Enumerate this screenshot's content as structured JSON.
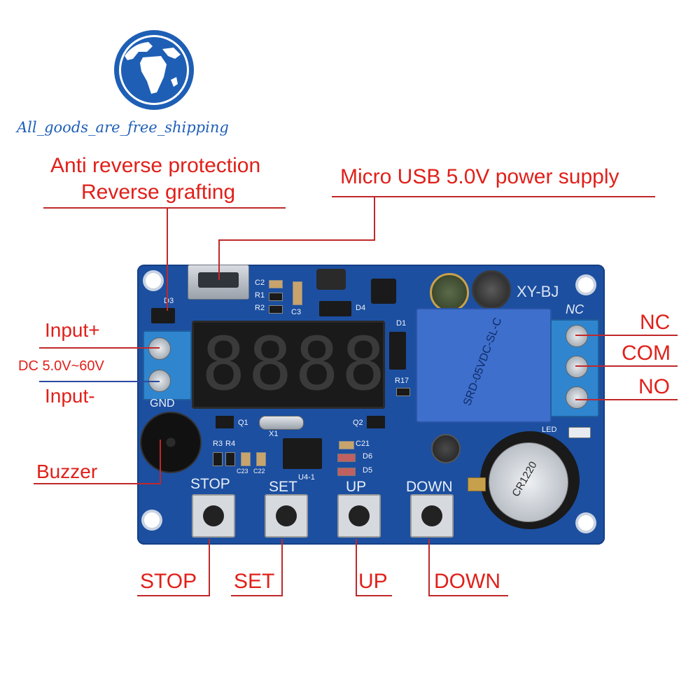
{
  "logo": {
    "text": "All_goods_are_free_shipping",
    "icon": "globe-icon",
    "color": "#1f5fb8"
  },
  "callouts": {
    "anti_reverse_1": "Anti reverse protection",
    "anti_reverse_2": "Reverse grafting",
    "micro_usb": "Micro USB 5.0V power supply",
    "input_plus": "Input+",
    "dc_range": "DC 5.0V~60V",
    "input_minus": "Input-",
    "buzzer": "Buzzer",
    "nc": "NC",
    "com": "COM",
    "no": "NO",
    "stop": "STOP",
    "set": "SET",
    "up": "UP",
    "down": "DOWN"
  },
  "board": {
    "model": "XY-BJ",
    "gnd": "GND",
    "nc_silk": "NC",
    "btn_stop": "STOP",
    "btn_set": "SET",
    "btn_up": "UP",
    "btn_down": "DOWN",
    "display_digits": "8888",
    "relay_text": "SRD-05VDC-SL-C",
    "battery_text": "CR1220",
    "components": {
      "d3": "D3",
      "c2": "C2",
      "r1": "R1",
      "r2": "R2",
      "c3": "C3",
      "d4": "D4",
      "d1": "D1",
      "r17": "R17",
      "q1": "Q1",
      "q2": "Q2",
      "x1": "X1",
      "r3": "R3",
      "r4": "R4",
      "c23": "C23",
      "c22": "C22",
      "c21": "C21",
      "d6": "D6",
      "d5": "D5",
      "u41": "U4-1",
      "led": "LED"
    },
    "colors": {
      "pcb": "#1c4fa0",
      "display": "#1a1a1a",
      "relay": "#3e6fcc",
      "terminal": "#2f86cf"
    }
  }
}
